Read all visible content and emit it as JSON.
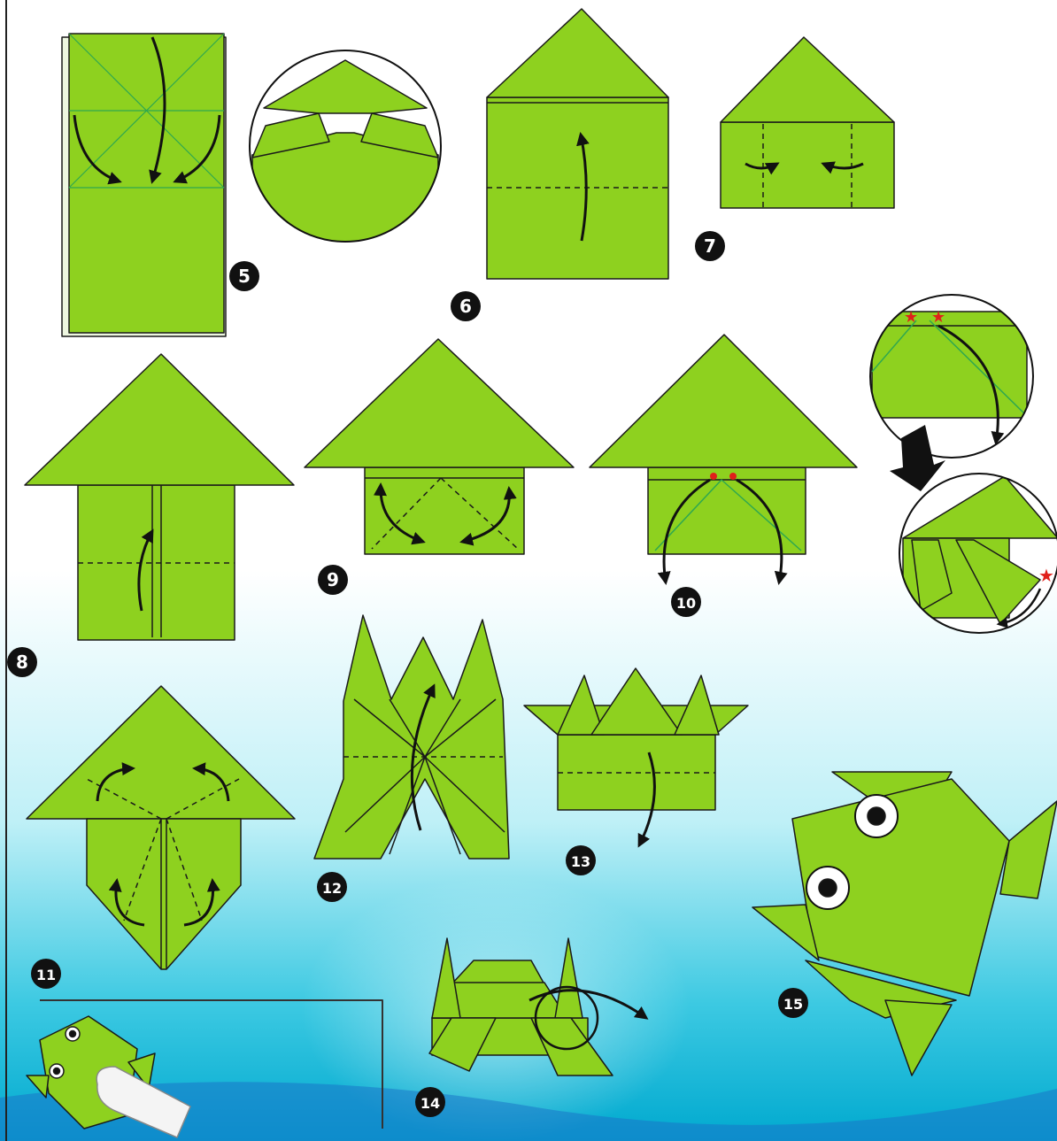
{
  "colors": {
    "paper": "#8ed11f",
    "paper_shade": "#7fbd17",
    "crease_green": "#2fa84f",
    "line": "#1a1a1a",
    "background_top": "#ffffff",
    "background_bottom": "#00b6d6",
    "badge": "#111111",
    "star": "#e0201b"
  },
  "steps": [
    {
      "id": "step-5",
      "label": "5"
    },
    {
      "id": "step-6",
      "label": "6"
    },
    {
      "id": "step-7",
      "label": "7"
    },
    {
      "id": "step-8",
      "label": "8"
    },
    {
      "id": "step-9",
      "label": "9"
    },
    {
      "id": "step-10",
      "label": "10"
    },
    {
      "id": "step-11",
      "label": "11"
    },
    {
      "id": "step-12",
      "label": "12"
    },
    {
      "id": "step-13",
      "label": "13"
    },
    {
      "id": "step-14",
      "label": "14"
    },
    {
      "id": "step-15",
      "label": "15"
    }
  ]
}
